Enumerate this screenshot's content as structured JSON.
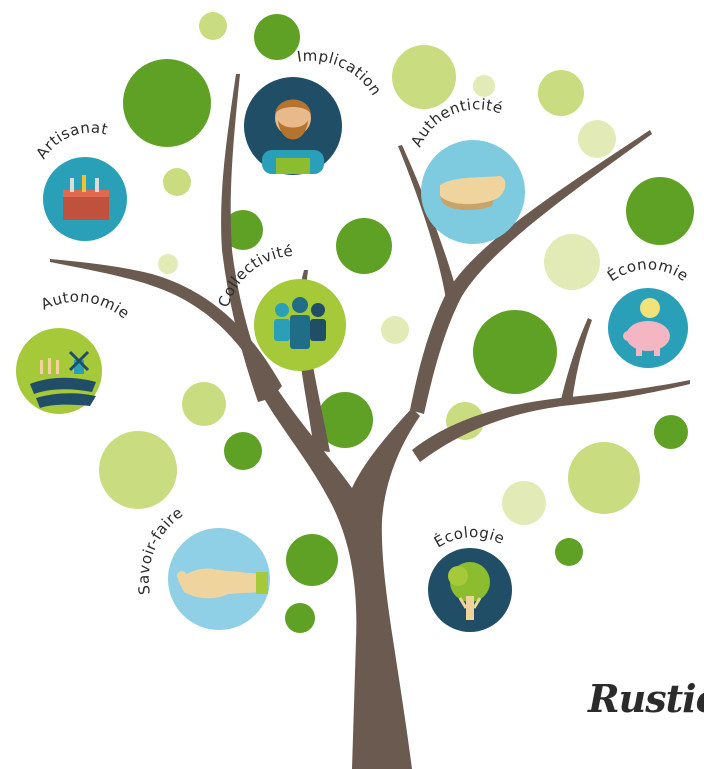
{
  "brand": "Rustica",
  "colors": {
    "trunk": "#6b5a50",
    "bubble_dark": "#5fa125",
    "bubble_mid": "#8bbd2f",
    "bubble_light": "#c9dc7f",
    "bubble_pale": "#e2ebb6",
    "label": "#2a2a2a"
  },
  "values": [
    {
      "key": "implication",
      "label": "Implication",
      "icon": "farmer-icon",
      "badge_color": "#1f4e66"
    },
    {
      "key": "artisanat",
      "label": "Artisanat",
      "icon": "toolbox-icon",
      "badge_color": "#2aa0b8"
    },
    {
      "key": "authenticite",
      "label": "Authenticité",
      "icon": "clog-icon",
      "badge_color": "#7ecbe0"
    },
    {
      "key": "collectivite",
      "label": "Collectivité",
      "icon": "group-icon",
      "badge_color": "#a6c93a"
    },
    {
      "key": "economie",
      "label": "Économie",
      "icon": "piggy-bank-icon",
      "badge_color": "#2aa0b8"
    },
    {
      "key": "autonomie",
      "label": "Autonomie",
      "icon": "farm-field-icon",
      "badge_color": "#a6c93a"
    },
    {
      "key": "savoir_faire",
      "label": "Savoir-faire",
      "icon": "hand-pinch-icon",
      "badge_color": "#8fd0e6"
    },
    {
      "key": "ecologie",
      "label": "Écologie",
      "icon": "tree-hand-icon",
      "badge_color": "#1f4e66"
    }
  ]
}
